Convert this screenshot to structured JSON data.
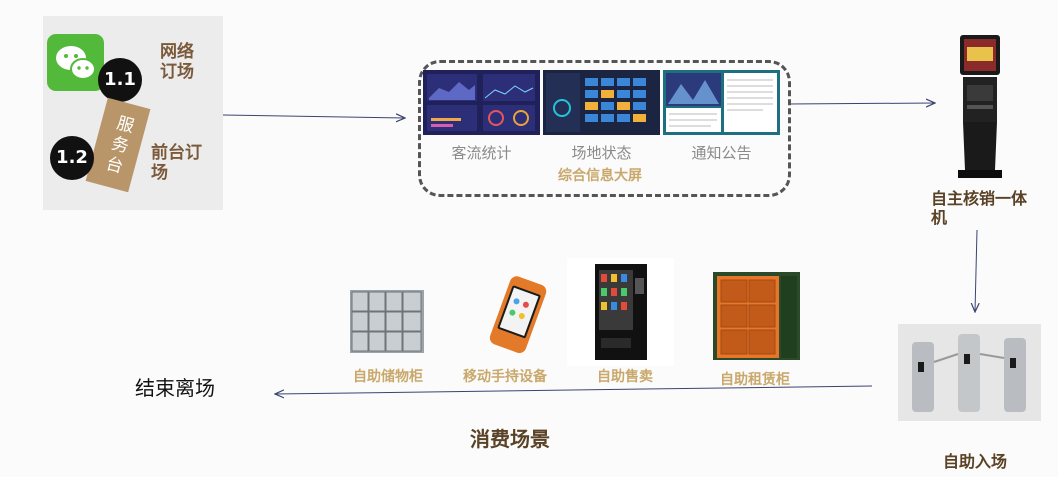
{
  "booking": {
    "badge_1": "1.1",
    "online_label": "网络订场",
    "badge_2": "1.2",
    "service_desk": "服务台",
    "front_label": "前台订场"
  },
  "info_screen": {
    "screens": [
      {
        "caption": "客流统计",
        "icon": "dashboard-screen"
      },
      {
        "caption": "场地状态",
        "icon": "court-grid-screen"
      },
      {
        "caption": "通知公告",
        "icon": "notice-screen"
      }
    ],
    "title": "综合信息大屏"
  },
  "kiosk": {
    "label": "自主核销一体机"
  },
  "gate": {
    "label": "自助入场"
  },
  "consumption": {
    "devices": [
      {
        "label": "自助储物柜",
        "icon": "locker-image"
      },
      {
        "label": "移动手持设备",
        "icon": "handheld-pos-image"
      },
      {
        "label": "自助售卖",
        "icon": "vending-machine-image"
      },
      {
        "label": "自助租赁柜",
        "icon": "rental-cabinet-image"
      }
    ],
    "title": "消费场景"
  },
  "exit": {
    "label": "结束离场"
  },
  "colors": {
    "accent_brown": "#7a5a3a",
    "gold": "#c9a86b",
    "arrow": "#3a4470",
    "wechat_green": "#53b93a"
  }
}
